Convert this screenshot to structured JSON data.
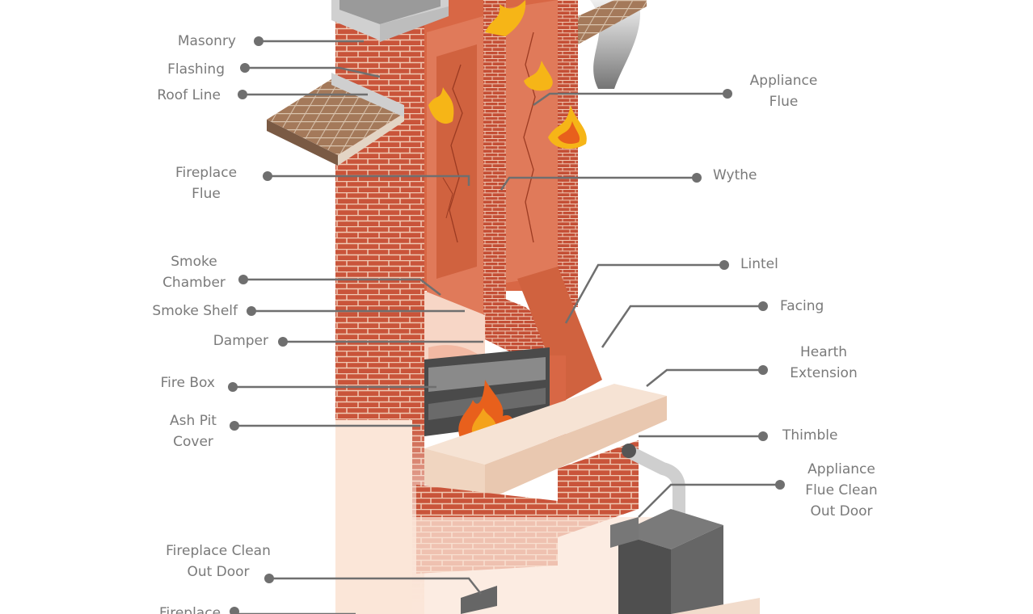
{
  "labels": {
    "masonry": "Masonry",
    "flashing": "Flashing",
    "roof_line": "Roof Line",
    "fireplace_flue": [
      "Fireplace",
      "Flue"
    ],
    "smoke_chamber": [
      "Smoke",
      "Chamber"
    ],
    "smoke_shelf": "Smoke Shelf",
    "damper": "Damper",
    "fire_box": "Fire Box",
    "ash_pit_cover": [
      "Ash Pit",
      "Cover"
    ],
    "fireplace_clean_out_door": [
      "Fireplace Clean",
      "Out Door"
    ],
    "fireplace_partial": "Fireplace",
    "appliance_flue": [
      "Appliance",
      "Flue"
    ],
    "wythe": "Wythe",
    "lintel": "Lintel",
    "facing": "Facing",
    "hearth_extension": [
      "Hearth",
      "Extension"
    ],
    "thimble": "Thimble",
    "appliance_flue_clean_out_door": [
      "Appliance",
      "Flue Clean",
      "Out Door"
    ]
  },
  "colors": {
    "brick": "#c9543a",
    "brick_light": "#e07a5a",
    "mortar": "#f3d7c6",
    "roof": "#a4795a",
    "flame": "#f4a21b",
    "leader": "#6f6f6f",
    "label": "#7a7a7a"
  }
}
